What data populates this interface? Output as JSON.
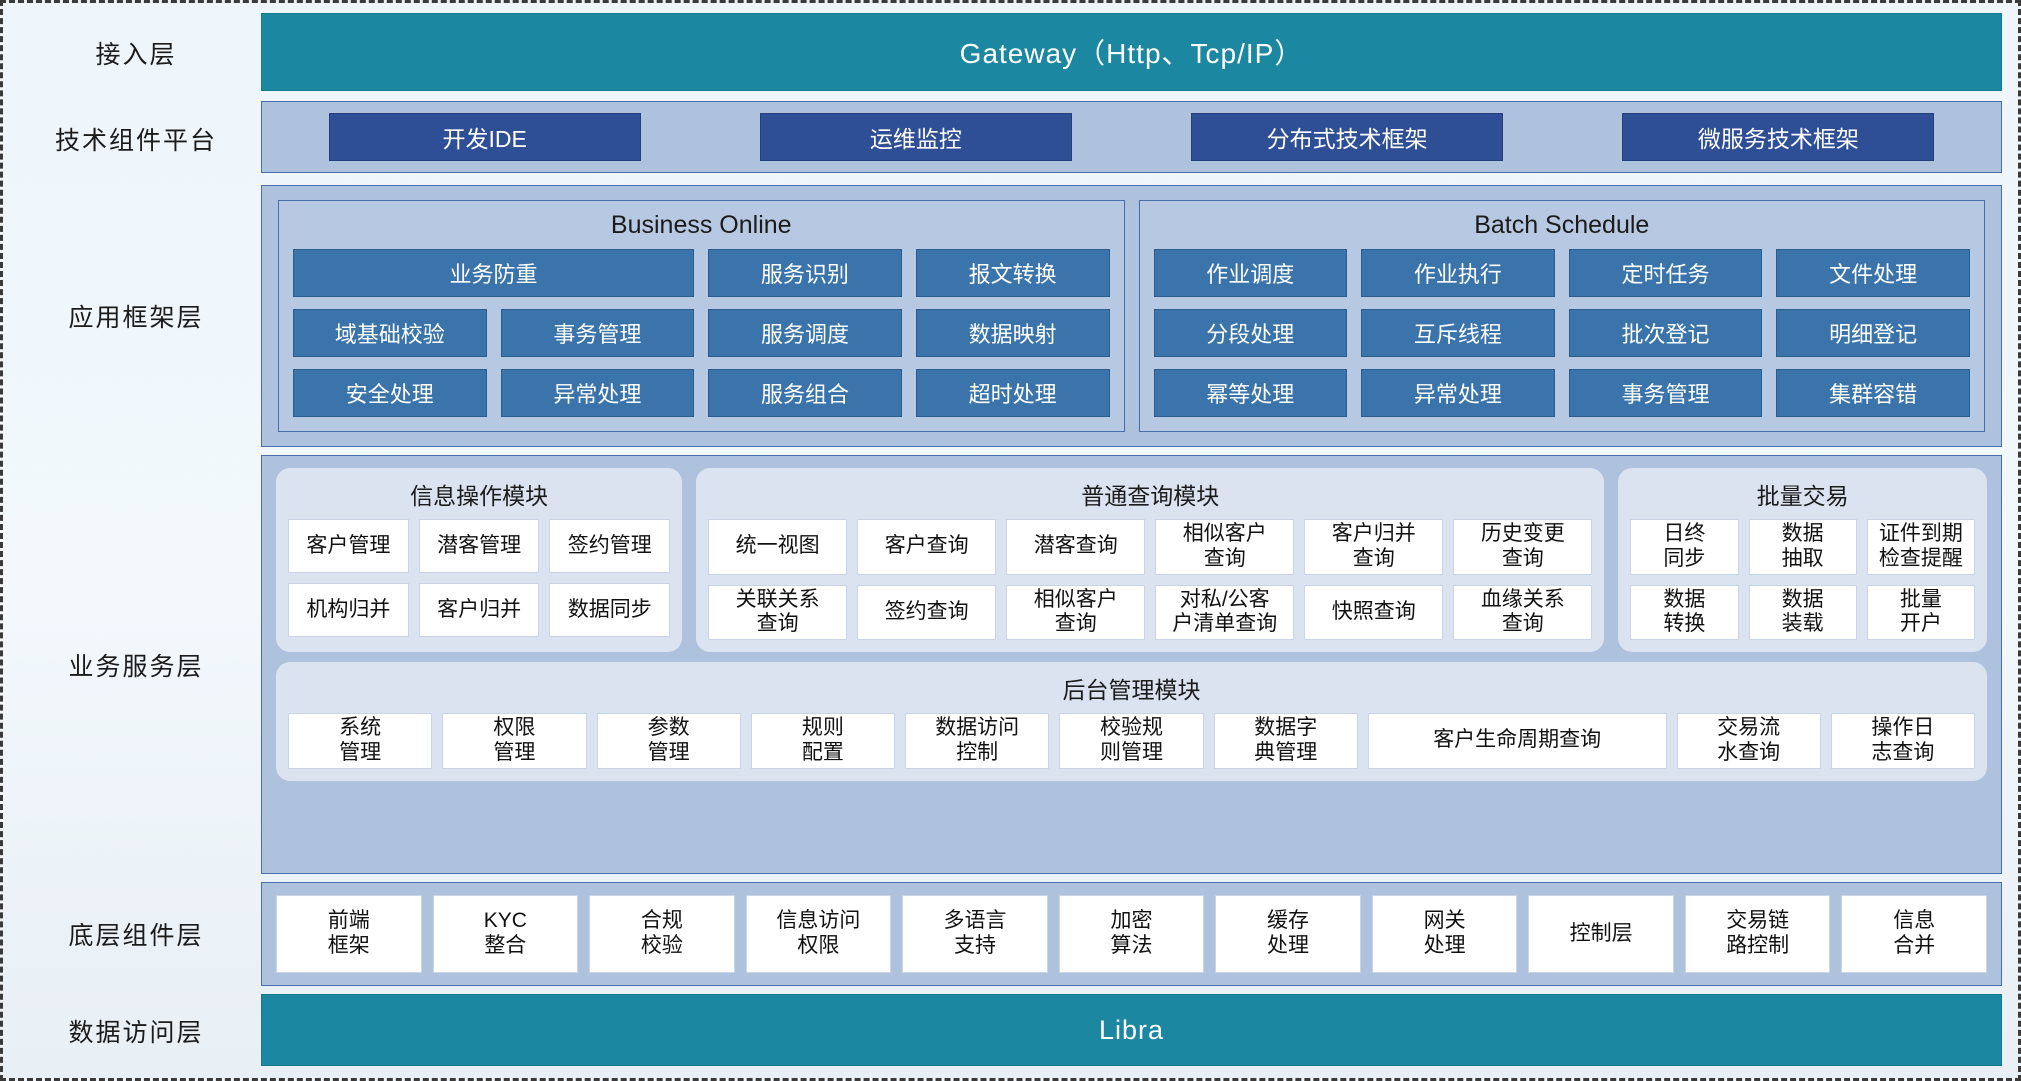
{
  "layers": {
    "access": {
      "label": "接入层",
      "bar": "Gateway（Http、Tcp/IP）"
    },
    "tech": {
      "label": "技术组件平台",
      "chips": [
        "开发IDE",
        "运维监控",
        "分布式技术框架",
        "微服务技术框架"
      ]
    },
    "appframework": {
      "label": "应用框架层",
      "groups": [
        {
          "title": "Business Online",
          "rows": [
            [
              {
                "text": "业务防重",
                "span": 2
              },
              {
                "text": "服务识别",
                "span": 1
              },
              {
                "text": "报文转换",
                "span": 1
              }
            ],
            [
              {
                "text": "域基础校验",
                "span": 1
              },
              {
                "text": "事务管理",
                "span": 1
              },
              {
                "text": "服务调度",
                "span": 1
              },
              {
                "text": "数据映射",
                "span": 1
              }
            ],
            [
              {
                "text": "安全处理",
                "span": 1
              },
              {
                "text": "异常处理",
                "span": 1
              },
              {
                "text": "服务组合",
                "span": 1
              },
              {
                "text": "超时处理",
                "span": 1
              }
            ]
          ]
        },
        {
          "title": "Batch Schedule",
          "rows": [
            [
              {
                "text": "作业调度",
                "span": 1
              },
              {
                "text": "作业执行",
                "span": 1
              },
              {
                "text": "定时任务",
                "span": 1
              },
              {
                "text": "文件处理",
                "span": 1
              }
            ],
            [
              {
                "text": "分段处理",
                "span": 1
              },
              {
                "text": "互斥线程",
                "span": 1
              },
              {
                "text": "批次登记",
                "span": 1
              },
              {
                "text": "明细登记",
                "span": 1
              }
            ],
            [
              {
                "text": "幂等处理",
                "span": 1
              },
              {
                "text": "异常处理",
                "span": 1
              },
              {
                "text": "事务管理",
                "span": 1
              },
              {
                "text": "集群容错",
                "span": 1
              }
            ]
          ]
        }
      ]
    },
    "businessservice": {
      "label": "业务服务层",
      "panels_top": [
        {
          "title": "信息操作模块",
          "key": "p-info",
          "rows": [
            [
              "客户管理",
              "潜客管理",
              "签约管理"
            ],
            [
              "机构归并",
              "客户归并",
              "数据同步"
            ]
          ]
        },
        {
          "title": "普通查询模块",
          "key": "p-query",
          "rows": [
            [
              "统一视图",
              "客户查询",
              "潜客查询",
              "相似客户\n查询",
              "客户归并\n查询",
              "历史变更\n查询"
            ],
            [
              "关联关系\n查询",
              "签约查询",
              "相似客户\n查询",
              "对私/公客\n户清单查询",
              "快照查询",
              "血缘关系\n查询"
            ]
          ]
        },
        {
          "title": "批量交易",
          "key": "p-batch",
          "rows": [
            [
              "日终\n同步",
              "数据\n抽取",
              "证件到期\n检查提醒"
            ],
            [
              "数据\n转换",
              "数据\n装载",
              "批量\n开户"
            ]
          ]
        }
      ],
      "panel_bottom": {
        "title": "后台管理模块",
        "cells": [
          {
            "text": "系统\n管理",
            "wide": false
          },
          {
            "text": "权限\n管理",
            "wide": false
          },
          {
            "text": "参数\n管理",
            "wide": false
          },
          {
            "text": "规则\n配置",
            "wide": false
          },
          {
            "text": "数据访问\n控制",
            "wide": false
          },
          {
            "text": "校验规\n则管理",
            "wide": false
          },
          {
            "text": "数据字\n典管理",
            "wide": false
          },
          {
            "text": "客户生命周期查询",
            "wide": true
          },
          {
            "text": "交易流\n水查询",
            "wide": false
          },
          {
            "text": "操作日\n志查询",
            "wide": false
          }
        ]
      }
    },
    "bottomcomponent": {
      "label": "底层组件层",
      "cells": [
        {
          "text": "前端\n框架",
          "wide": false
        },
        {
          "text": "KYC\n整合",
          "wide": false
        },
        {
          "text": "合规\n校验",
          "wide": false
        },
        {
          "text": "信息访问\n权限",
          "wide": false
        },
        {
          "text": "多语言\n支持",
          "wide": false
        },
        {
          "text": "加密\n算法",
          "wide": false
        },
        {
          "text": "缓存\n处理",
          "wide": false
        },
        {
          "text": "网关\n处理",
          "wide": false
        },
        {
          "text": "控制层",
          "wide": false
        },
        {
          "text": "交易链\n路控制",
          "wide": false
        },
        {
          "text": "信息\n合并",
          "wide": false
        }
      ]
    },
    "dataaccess": {
      "label": "数据访问层",
      "bar": "Libra"
    }
  },
  "colors": {
    "teal": "#1b87a0",
    "band": "#aec2dd",
    "chip": "#2e4f95",
    "bluecell": "#3a74ab",
    "panel": "#dbe3f1",
    "whitecell": "#ffffff",
    "border": "#4a6ea9"
  }
}
